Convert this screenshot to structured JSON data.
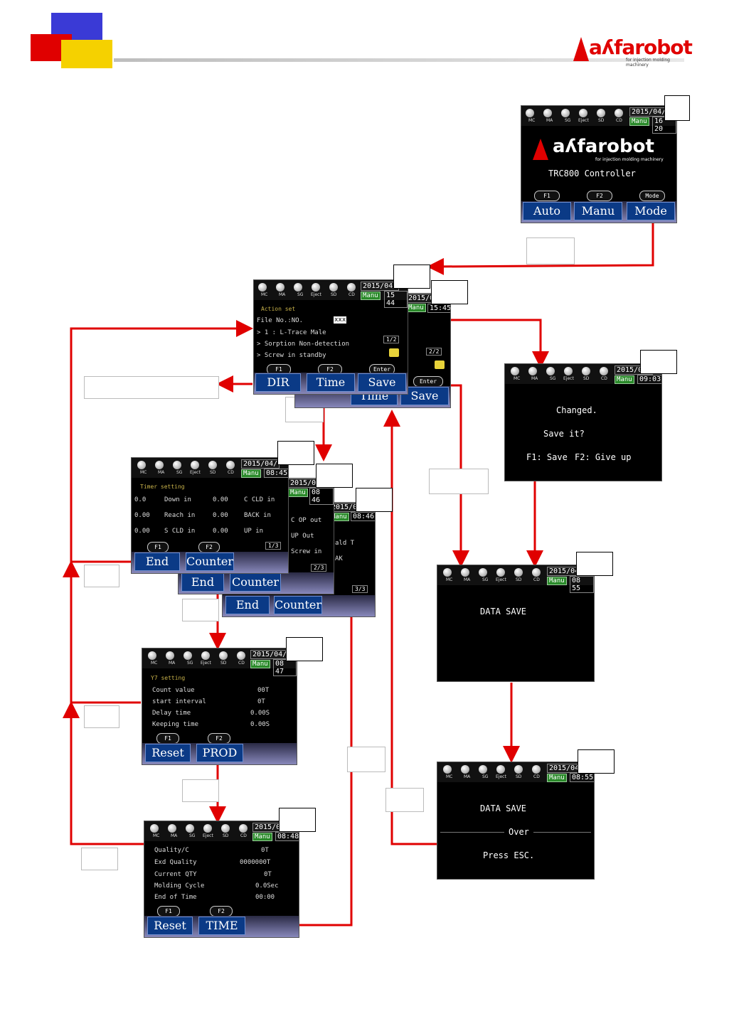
{
  "brand": {
    "logo_text": "aʎfarobot",
    "logo_sub": "for injection molding machinery",
    "controller": "TRC800 Controller"
  },
  "status": {
    "leds": [
      "MC",
      "MA",
      "SG",
      "Eject",
      "SD",
      "CD"
    ],
    "date": "2015/04/",
    "mode": "Manu"
  },
  "screens": {
    "home": {
      "clock": "16 20",
      "fkeys": [
        "F1",
        "F2",
        "Mode"
      ],
      "buttons": [
        "Auto",
        "Manu",
        "Mode"
      ]
    },
    "action": {
      "title": "Action set",
      "clock": "15 44",
      "clock2": "15:45",
      "file_no": "File No.:NO.",
      "file_val": "xxx",
      "items": [
        "> 1 : L-Trace Male",
        "> Sorption Non-detection",
        "> Screw in standby"
      ],
      "page": "1/2",
      "page2": "2/2",
      "fkeys": [
        "F1",
        "F2",
        "Enter"
      ],
      "buttons": [
        "DIR",
        "Time",
        "Save"
      ],
      "back_buttons": [
        "Time",
        "Save"
      ]
    },
    "changed": {
      "clock": "09:03",
      "msg1": "Changed.",
      "msg2": "Save it?",
      "opt1": "F1: Save",
      "opt2": "F2: Give up"
    },
    "timer": {
      "title": "Timer setting",
      "clock": "08:45",
      "clock2": "08 46",
      "clock3": "08:46",
      "rows_left": [
        {
          "val": "0.0",
          "name": "Down in"
        },
        {
          "val": "0.00",
          "name": "Reach in"
        },
        {
          "val": "0.00",
          "name": "S CLD in"
        }
      ],
      "rows_right": [
        {
          "val": "0.00",
          "name": "C CLD in"
        },
        {
          "val": "0.00",
          "name": "BACK in"
        },
        {
          "val": "0.00",
          "name": "UP in"
        }
      ],
      "p2_lines": [
        "C OP out",
        "UP Out",
        "Screw in"
      ],
      "p3_lines": [
        "ald T",
        "AK"
      ],
      "pages": [
        "1/3",
        "2/3",
        "3/3"
      ],
      "fkeys": [
        "F1",
        "F2"
      ],
      "buttons": [
        "End",
        "Counter"
      ]
    },
    "y7": {
      "title": "Y7 setting",
      "clock": "08 47",
      "rows": [
        {
          "name": "Count value",
          "val": "00T"
        },
        {
          "name": "start interval",
          "val": "0T"
        },
        {
          "name": "Delay time",
          "val": "0.00S"
        },
        {
          "name": "Keeping time",
          "val": "0.00S"
        }
      ],
      "fkeys": [
        "F1",
        "F2"
      ],
      "buttons": [
        "Reset",
        "PROD"
      ]
    },
    "prod": {
      "clock": "08:48",
      "rows": [
        {
          "name": "Quality/C",
          "val": "0T"
        },
        {
          "name": "Exd Quality",
          "val": "0000000T"
        },
        {
          "name": "Current QTY",
          "val": "0T"
        },
        {
          "name": "Molding Cycle",
          "val": "0.0Sec"
        },
        {
          "name": "End of Time",
          "val": "00:00"
        }
      ],
      "fkeys": [
        "F1",
        "F2"
      ],
      "buttons": [
        "Reset",
        "TIME"
      ]
    },
    "save1": {
      "clock": "08 55",
      "msg": "DATA SAVE"
    },
    "save2": {
      "clock": "08:55",
      "msg": "DATA SAVE",
      "over": "Over",
      "esc": "Press ESC."
    }
  },
  "colors": {
    "arrow": "#e00000",
    "softkey": "#0b3a86",
    "manu": "#2a8a2a"
  }
}
